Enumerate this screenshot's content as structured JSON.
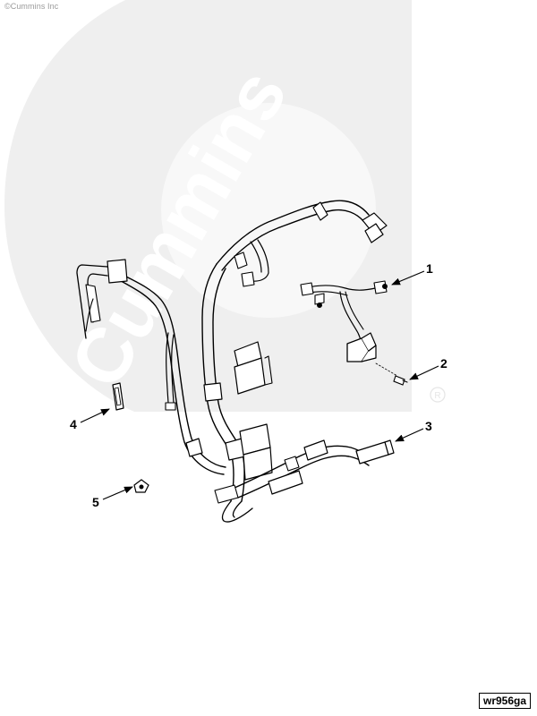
{
  "copyright": "©Cummins Inc",
  "watermark": {
    "brand": "Cummins",
    "registered_mark": "®",
    "color": "#efefef"
  },
  "callouts": [
    {
      "number": "1",
      "part": "wiring-harness-subassembly"
    },
    {
      "number": "2",
      "part": "capscrew"
    },
    {
      "number": "3",
      "part": "wiring-harness"
    },
    {
      "number": "4",
      "part": "gasket"
    },
    {
      "number": "5",
      "part": "clip"
    }
  ],
  "drawing_code": "wr956ga"
}
